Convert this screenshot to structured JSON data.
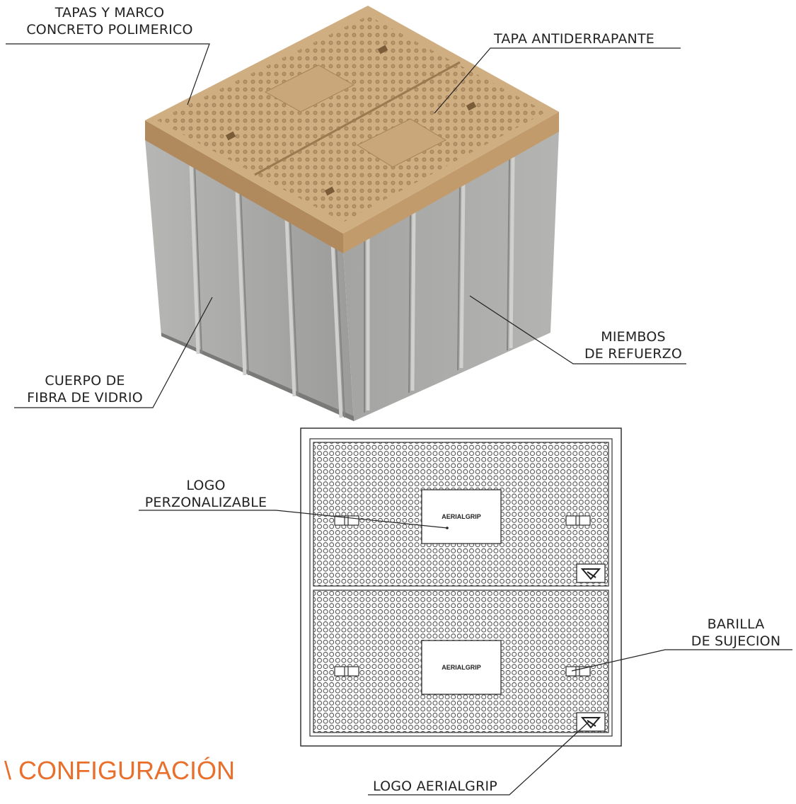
{
  "labels": {
    "tapas_marco": [
      "TAPAS Y MARCO",
      "CONCRETO POLIMERICO"
    ],
    "tapa_antiderrapante": "TAPA ANTIDERRAPANTE",
    "miembros_refuerzo": [
      "MIEMBOS",
      "DE REFUERZO"
    ],
    "cuerpo_fibra": [
      "CUERPO DE",
      "FIBRA DE VIDRIO"
    ],
    "logo_perzonalizable": [
      "LOGO",
      "PERZONALIZABLE"
    ],
    "barilla_sujecion": [
      "BARILLA",
      "DE SUJECION"
    ],
    "logo_aerialgrip": "LOGO AERIALGRIP"
  },
  "cover_logo_text": "AERIALGRIP",
  "section_title": "\\ CONFIGURACIÓN",
  "colors": {
    "accent": "#e86f2c",
    "lid": "#c9a77a",
    "lid_dark": "#9c7a50",
    "body": "#a8a8a6",
    "body_dark": "#8a8a88",
    "line": "#222222"
  }
}
